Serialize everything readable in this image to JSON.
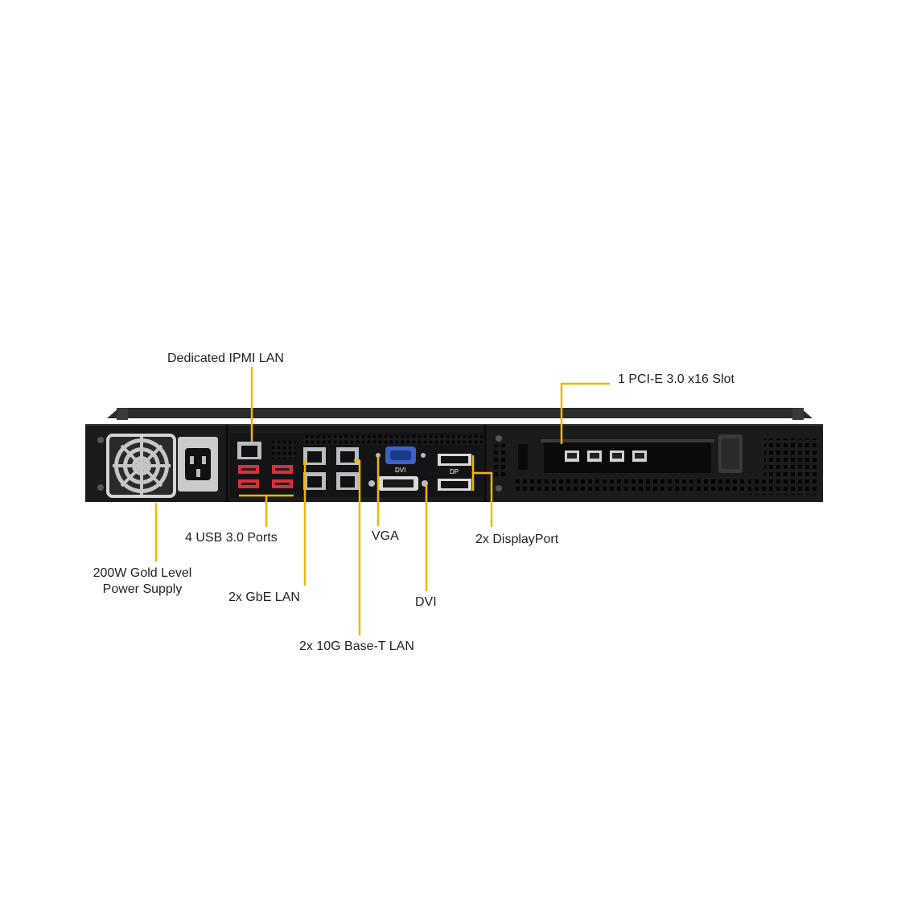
{
  "labels": {
    "ipmi_lan": "Dedicated IPMI  LAN",
    "pcie_slot": "1 PCI-E 3.0 x16 Slot",
    "usb_ports": "4 USB 3.0 Ports",
    "vga": "VGA",
    "displayport": "2x DisplayPort",
    "psu_line1": "200W Gold Level",
    "psu_line2": "Power Supply",
    "gbe_lan": "2x GbE LAN",
    "dvi": "DVI",
    "tengbase_lan": "2x 10G Base-T LAN"
  },
  "panel_marks": {
    "dvi_mark": "DVI",
    "dp_mark": "DP"
  },
  "colors": {
    "callout": "#f2b705",
    "chassis": "#1b1b1d",
    "chassis_top": "#2b2b2e",
    "usb": "#d6303c",
    "vga_blue": "#3a63c8",
    "metal": "#b9bcc0"
  }
}
